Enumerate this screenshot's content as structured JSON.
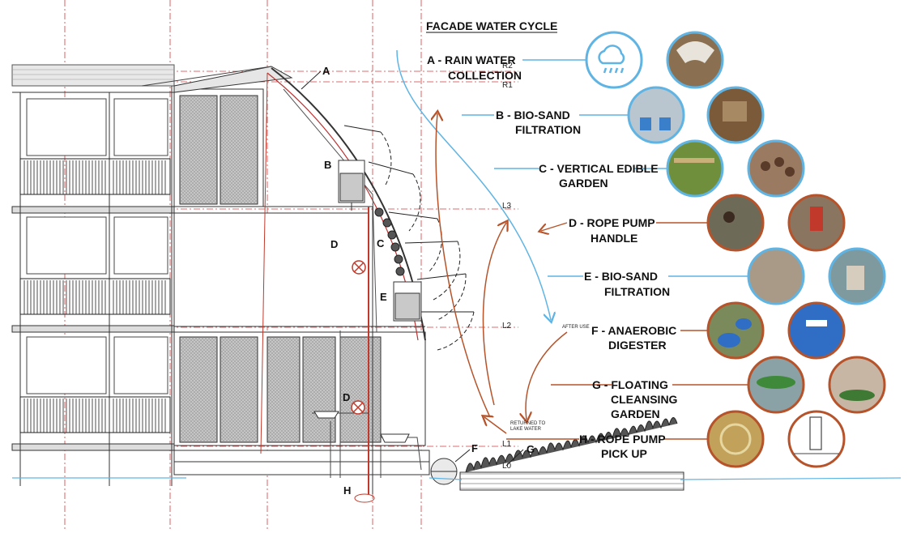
{
  "title": "FACADE WATER CYCLE",
  "steps": [
    {
      "line1": "A - RAIN WATER",
      "line2": "COLLECTION"
    },
    {
      "line1": "B - BIO-SAND",
      "line2": "FILTRATION"
    },
    {
      "line1": "C - VERTICAL EDIBLE",
      "line2": "GARDEN"
    },
    {
      "line1": "D - ROPE PUMP",
      "line2": "HANDLE"
    },
    {
      "line1": "E - BIO-SAND",
      "line2": "FILTRATION"
    },
    {
      "line1": "F - ANAEROBIC",
      "line2": "DIGESTER"
    },
    {
      "line1": "G - FLOATING",
      "line2": "CLEANSING",
      "line3": "GARDEN"
    },
    {
      "line1": "H - ROPE PUMP",
      "line2": "PICK UP"
    }
  ],
  "tags": {
    "a": "A",
    "b": "B",
    "c": "C",
    "d1": "D",
    "d2": "D",
    "e": "E",
    "f": "F",
    "g": "G",
    "h": "H"
  },
  "levels": {
    "r2": "R2",
    "r1": "R1",
    "l3": "L3",
    "l2": "L2",
    "l1": "L1",
    "l0": "L0"
  },
  "notes": {
    "after_use": "AFTER USE",
    "returned_1": "RETURNED TO",
    "returned_2": "LAKE WATER"
  },
  "colors": {
    "blue_flow": "#5fb4e4",
    "orange_flow": "#b6532a",
    "red_pipe": "#c0392b",
    "gridline": "#d23c3c"
  },
  "icons": {
    "rain": "rain-cloud-icon"
  }
}
